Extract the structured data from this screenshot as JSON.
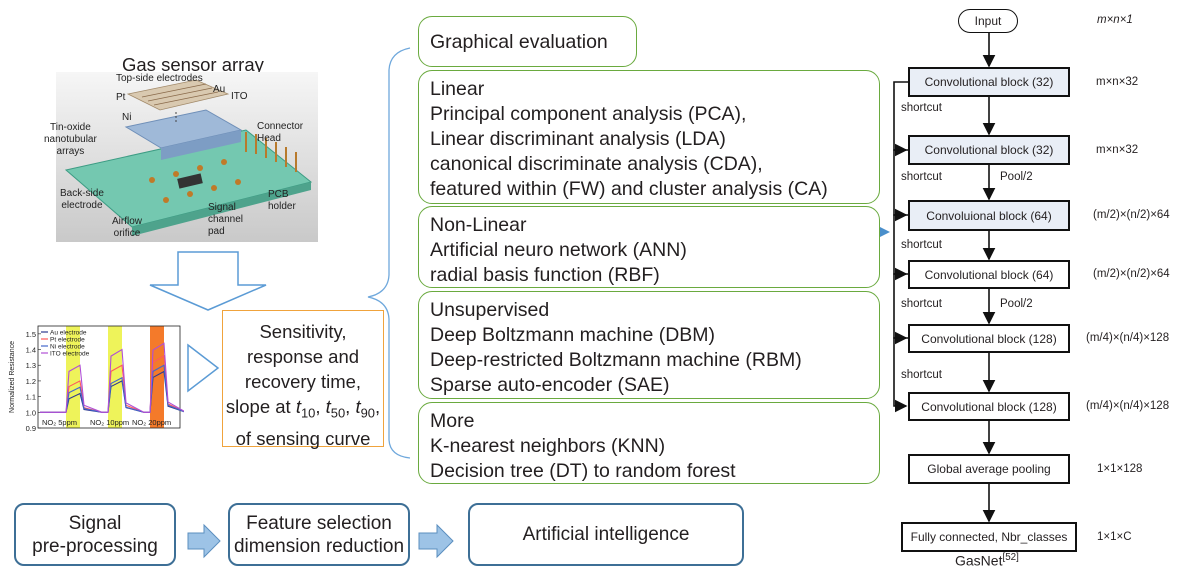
{
  "sensor": {
    "title": "Gas sensor array",
    "labels": {
      "top_electrodes": "Top-side electrodes",
      "pt": "Pt",
      "au": "Au",
      "ito": "ITO",
      "ni": "Ni",
      "tin_oxide_1": "Tin-oxide",
      "tin_oxide_2": "nanotubular",
      "tin_oxide_3": "arrays",
      "connector_1": "Connector",
      "connector_2": "Head",
      "backside_1": "Back-side",
      "backside_2": "electrode",
      "pcb_1": "PCB",
      "pcb_2": "holder",
      "airflow_1": "Airflow",
      "airflow_2": "orifice",
      "signal_1": "Signal",
      "signal_2": "channel",
      "signal_3": "pad"
    }
  },
  "chart_data": {
    "type": "line",
    "ylabel": "Normalized Resistance",
    "yticks": [
      "1.5",
      "1.4",
      "1.3",
      "1.2",
      "1.1",
      "1.0",
      "0.9"
    ],
    "ylim": [
      0.9,
      1.55
    ],
    "legend": [
      "Au electrode",
      "Pt electrode",
      "Ni electrode",
      "ITO electrode"
    ],
    "colors": [
      "#2f3a8f",
      "#ff5a5a",
      "#4466cc",
      "#b04fd6"
    ],
    "annotations": [
      "NO₂ 5ppm",
      "NO₂ 10ppm",
      "NO₂ 20ppm"
    ],
    "series": [
      {
        "name": "Au electrode",
        "values": [
          1.0,
          1.12,
          1.0,
          1.2,
          1.0,
          1.26
        ]
      },
      {
        "name": "Pt electrode",
        "values": [
          1.0,
          1.2,
          1.0,
          1.3,
          1.0,
          1.36
        ]
      },
      {
        "name": "Ni electrode",
        "values": [
          1.0,
          1.16,
          1.0,
          1.22,
          1.0,
          1.3
        ]
      },
      {
        "name": "ITO electrode",
        "values": [
          1.0,
          1.3,
          1.0,
          1.4,
          1.0,
          1.44
        ]
      }
    ]
  },
  "sensitivity": {
    "line1": "Sensitivity,",
    "line2": "response and",
    "line3": "recovery time,",
    "line4_prefix": "slope at ",
    "t10_base": "t",
    "t10_sub": "10",
    "t50_base": "t",
    "t50_sub": "50",
    "t90_base": "t",
    "t90_sub": "90",
    "line5": "of sensing curve"
  },
  "methods": {
    "graphical": "Graphical evaluation",
    "linear": {
      "title": "Linear",
      "items": [
        "Principal component analysis (PCA),",
        "Linear discriminant analysis (LDA)",
        "canonical discriminate analysis (CDA),",
        "featured within (FW) and cluster analysis (CA)"
      ]
    },
    "nonlinear": {
      "title": "Non-Linear",
      "items": [
        "Artificial neuro network (ANN)",
        "radial basis function (RBF)"
      ]
    },
    "unsupervised": {
      "title": "Unsupervised",
      "items": [
        "Deep Boltzmann machine (DBM)",
        "Deep-restricted Boltzmann machine (RBM)",
        "Sparse auto-encoder (SAE)"
      ]
    },
    "more": {
      "title": "More",
      "items": [
        "K-nearest neighbors (KNN)",
        "Decision tree (DT) to random forest"
      ]
    }
  },
  "pipeline": {
    "step1_line1": "Signal",
    "step1_line2": "pre-processing",
    "step2_line1": "Feature selection",
    "step2_line2": "dimension reduction",
    "step3": "Artificial intelligence"
  },
  "gasnet": {
    "input": "Input",
    "input_dim": "m×n×1",
    "blocks": [
      {
        "label": "Convolutional block (32)",
        "dim": "m×n×32"
      },
      {
        "label": "Convolutional block (32)",
        "dim": "m×n×32"
      },
      {
        "label": "Convoluional block (64)",
        "dim": "(m/2)×(n/2)×64"
      },
      {
        "label": "Convolutional block (64)",
        "dim": "(m/2)×(n/2)×64"
      },
      {
        "label": "Convolutional block (128)",
        "dim": "(m/4)×(n/4)×128"
      },
      {
        "label": "Convolutional block (128)",
        "dim": "(m/4)×(n/4)×128"
      }
    ],
    "gap": {
      "label": "Global average pooling",
      "dim": "1×1×128"
    },
    "fc": {
      "label": "Fully connected, Nbr_classes",
      "dim": "1×1×C"
    },
    "shortcut": "shortcut",
    "pool": "Pool/2",
    "caption": "GasNet",
    "caption_ref": "[52]"
  }
}
